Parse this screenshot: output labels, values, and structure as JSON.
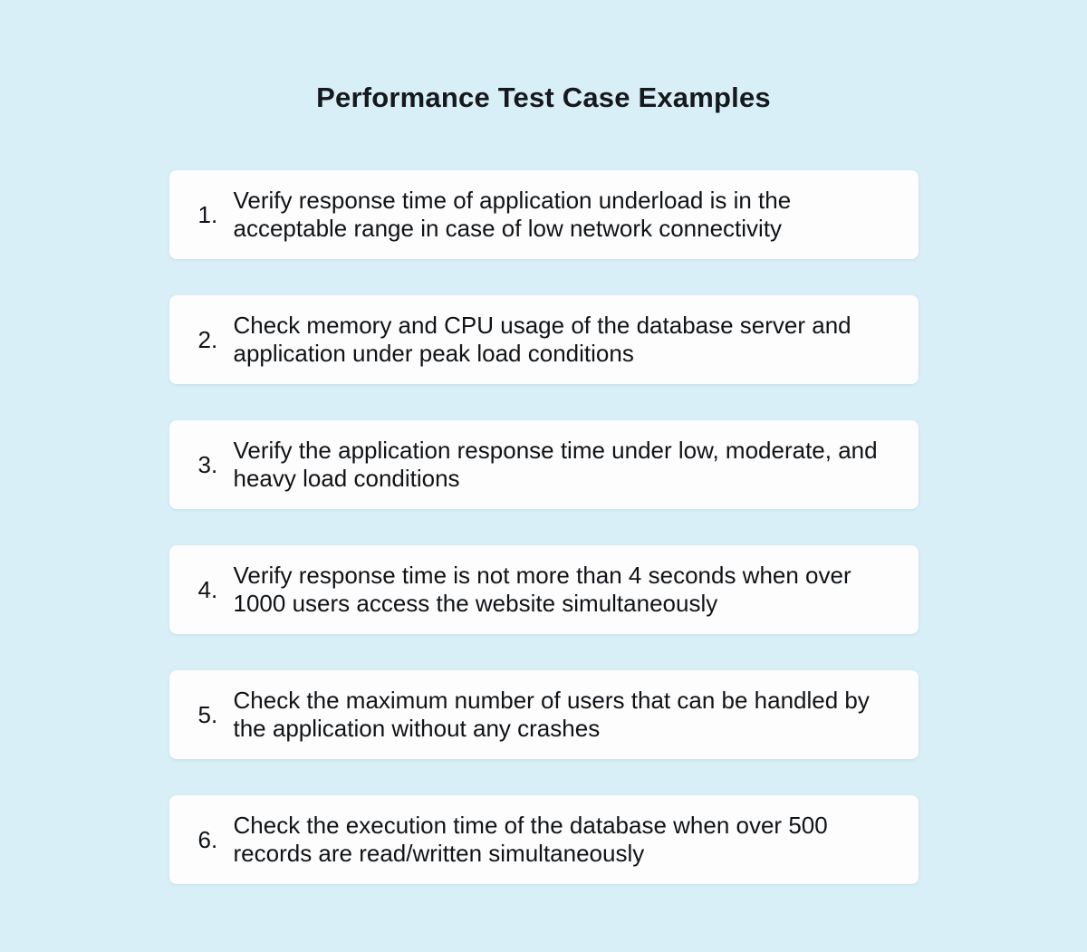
{
  "title": "Performance Test Case Examples",
  "colors": {
    "background": "#d8eff7",
    "card": "#fdfdfd",
    "text": "#101317"
  },
  "items": [
    {
      "number": "1.",
      "text": "Verify response time of application underload is in the acceptable range in case of low network connectivity"
    },
    {
      "number": "2.",
      "text": "Check memory and CPU usage of the database server and application under peak load conditions"
    },
    {
      "number": "3.",
      "text": "Verify the application response time under low, moderate, and heavy load conditions"
    },
    {
      "number": "4.",
      "text": "Verify response time is not more than 4 seconds when over 1000 users access the website simultaneously"
    },
    {
      "number": "5.",
      "text": "Check the maximum number of users that can be handled by the application without any crashes"
    },
    {
      "number": "6.",
      "text": "Check the execution time of the database when over 500 records are read/written simultaneously"
    }
  ]
}
